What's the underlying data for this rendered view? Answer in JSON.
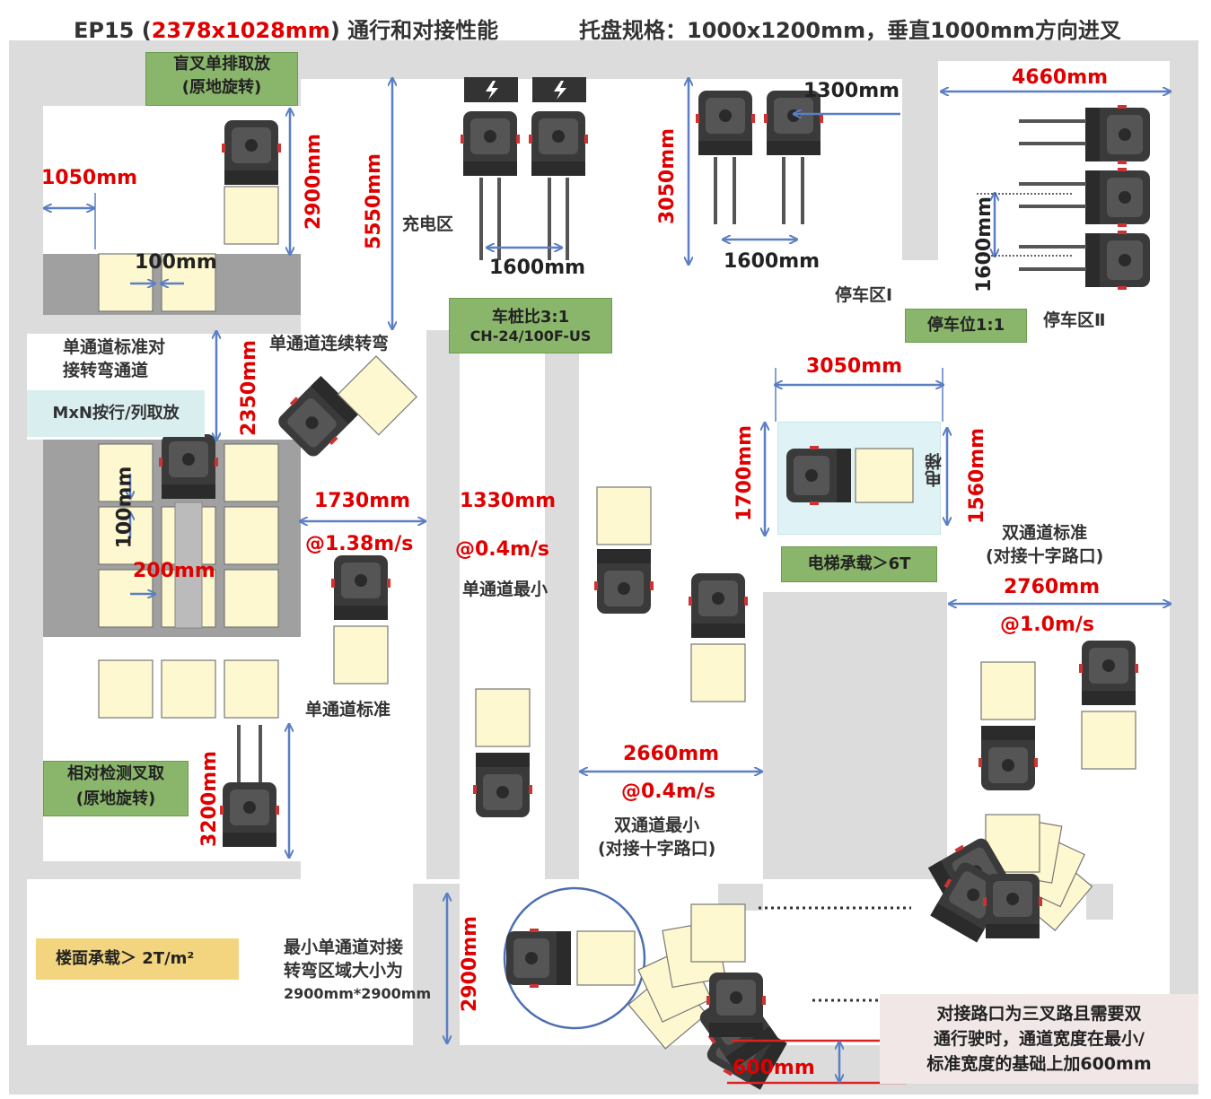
{
  "title": {
    "prefix": "EP15 (",
    "dims": "2378x1028mm",
    "suffix": ")  通行和对接性能",
    "pallet": "托盘规格：1000x1200mm，垂直1000mm方向进叉"
  },
  "labels": {
    "blind_fork": "盲叉单排取放\n(原地旋转)",
    "charging": "充电区",
    "pile_ratio": "车桩比3:1",
    "charger_model": "CH-24/100F-US",
    "parking_1": "停车区Ⅰ",
    "parking_2": "停车区Ⅱ",
    "parking_slot": "停车位1:1",
    "single_std_turn": "单通道标准对\n接转弯通道",
    "single_cont_turn": "单通道连续转弯",
    "mxn": "MxN按行/列取放",
    "single_min": "单通道最小",
    "single_std": "单通道标准",
    "elevator": "电梯",
    "elevator_load": "电梯承载＞6T",
    "double_std": "双通道标准\n(对接十字路口)",
    "double_min": "双通道最小\n(对接十字路口)",
    "relative_detect": "相对检测叉取\n(原地旋转)",
    "floor_load": "楼面承载＞  2T/m²",
    "min_turn_area": "最小单通道对接\n转弯区域大小为",
    "min_turn_dims": "2900mm*2900mm",
    "note": "对接路口为三叉路且需要双\n通行驶时，通道宽度在最小/\n标准宽度的基础上加600mm"
  },
  "dims": {
    "d1050": "1050mm",
    "d2900a": "2900mm",
    "d100a": "100mm",
    "d5550": "5550mm",
    "d1600a": "1600mm",
    "d3050a": "3050mm",
    "d1300": "1300mm",
    "d1600b": "1600mm",
    "d4660": "4660mm",
    "d1600c": "1600mm",
    "d2350": "2350mm",
    "d100b": "100mm",
    "d200": "200mm",
    "d1730": "1730mm",
    "s138": "@1.38m/s",
    "d1330": "1330mm",
    "s04a": "@0.4m/s",
    "d3050b": "3050mm",
    "d1700": "1700mm",
    "d1560": "1560mm",
    "d2760": "2760mm",
    "s10": "@1.0m/s",
    "d2660": "2660mm",
    "s04b": "@0.4m/s",
    "d3200": "3200mm",
    "d2900b": "2900mm",
    "d600": "600mm"
  },
  "colors": {
    "floor": "#dcdcdc",
    "pallet": "#fdf8d0",
    "vehicle": "#3a3a3a",
    "arrow": "#5b7fc4",
    "red_text": "#e00000",
    "green_box": "#8ab66c",
    "yellow_box": "#f3d57f"
  },
  "icons": {
    "charger": "lightning-bolt-icon"
  }
}
